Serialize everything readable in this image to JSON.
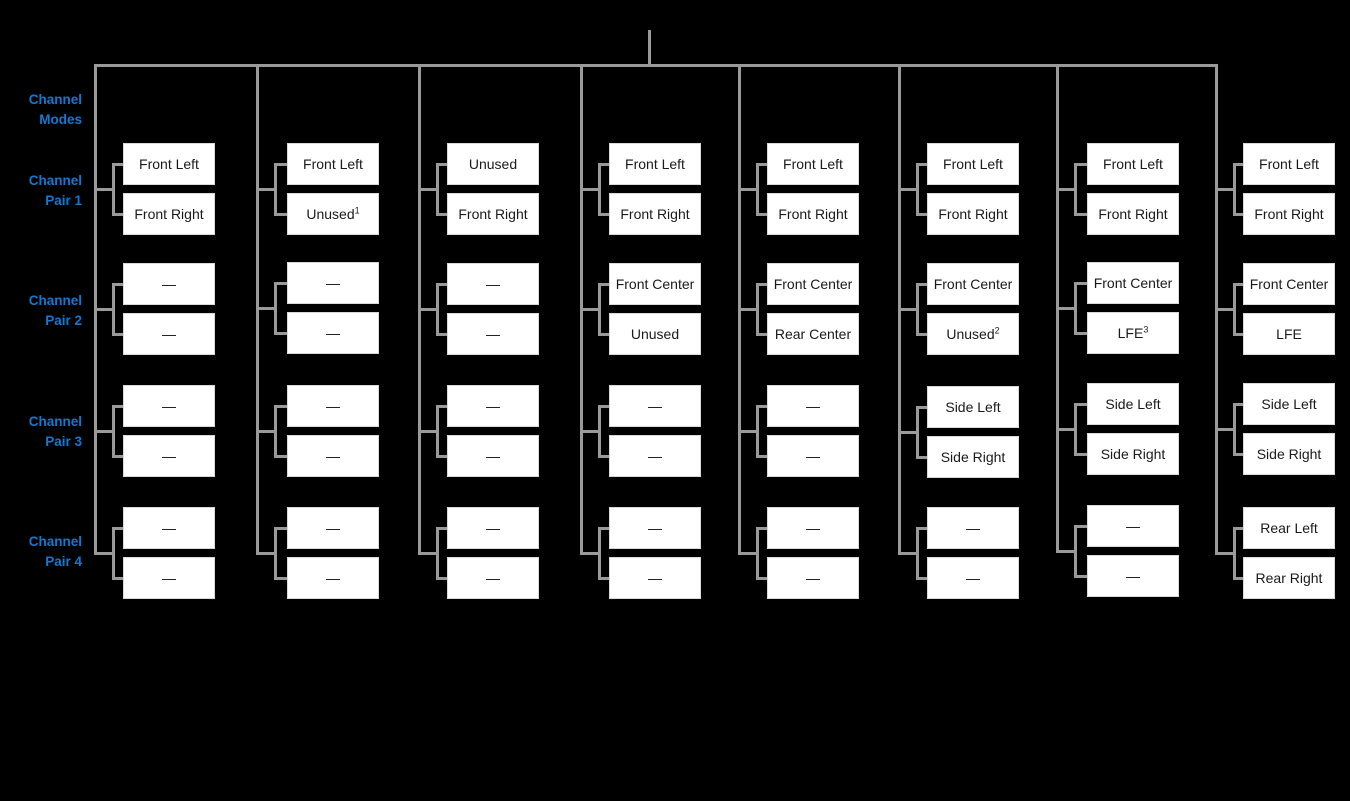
{
  "diagram": {
    "title": "Channel Modes / Channel Pair assignment matrix",
    "background_color": "#000000",
    "label_color": "#1279d3",
    "wire_color": "#9a9a9a",
    "box_fill": "#ffffff",
    "box_text_color": "#1a1a1a",
    "empty_placeholder": "—"
  },
  "row_labels": [
    {
      "id": "channel-modes",
      "line1": "Channel",
      "line2": "Modes"
    },
    {
      "id": "channel-pair-1",
      "line1": "Channel",
      "line2": "Pair 1"
    },
    {
      "id": "channel-pair-2",
      "line1": "Channel",
      "line2": "Pair 2"
    },
    {
      "id": "channel-pair-3",
      "line1": "Channel",
      "line2": "Pair 3"
    },
    {
      "id": "channel-pair-4",
      "line1": "Channel",
      "line2": "Pair 4"
    }
  ],
  "columns": [
    {
      "id": "mode-1",
      "pairs": [
        {
          "a": "Front Left",
          "b": "Front Right"
        },
        {
          "a": "—",
          "b": "—"
        },
        {
          "a": "—",
          "b": "—"
        },
        {
          "a": "—",
          "b": "—"
        }
      ]
    },
    {
      "id": "mode-2",
      "pairs": [
        {
          "a": "Front Left",
          "b": "Unused",
          "b_sup": "1"
        },
        {
          "a": "—",
          "b": "—"
        },
        {
          "a": "—",
          "b": "—"
        },
        {
          "a": "—",
          "b": "—"
        }
      ]
    },
    {
      "id": "mode-3",
      "pairs": [
        {
          "a": "Unused",
          "b": "Front Right"
        },
        {
          "a": "—",
          "b": "—"
        },
        {
          "a": "—",
          "b": "—"
        },
        {
          "a": "—",
          "b": "—"
        }
      ]
    },
    {
      "id": "mode-4",
      "pairs": [
        {
          "a": "Front Left",
          "b": "Front Right"
        },
        {
          "a": "Front Center",
          "b": "Unused"
        },
        {
          "a": "—",
          "b": "—"
        },
        {
          "a": "—",
          "b": "—"
        }
      ]
    },
    {
      "id": "mode-5",
      "pairs": [
        {
          "a": "Front Left",
          "b": "Front Right"
        },
        {
          "a": "Front Center",
          "b": "Rear Center"
        },
        {
          "a": "—",
          "b": "—"
        },
        {
          "a": "—",
          "b": "—"
        }
      ]
    },
    {
      "id": "mode-6",
      "pairs": [
        {
          "a": "Front Left",
          "b": "Front Right"
        },
        {
          "a": "Front Center",
          "b": "Unused",
          "b_sup": "2"
        },
        {
          "a": "Side Left",
          "b": "Side Right"
        },
        {
          "a": "—",
          "b": "—"
        }
      ]
    },
    {
      "id": "mode-7",
      "pairs": [
        {
          "a": "Front Left",
          "b": "Front Right"
        },
        {
          "a": "Front Center",
          "b": "LFE",
          "b_sup": "3"
        },
        {
          "a": "Side Left",
          "b": "Side Right"
        },
        {
          "a": "—",
          "b": "—"
        }
      ]
    },
    {
      "id": "mode-8",
      "pairs": [
        {
          "a": "Front Left",
          "b": "Front Right"
        },
        {
          "a": "Front Center",
          "b": "LFE"
        },
        {
          "a": "Side Left",
          "b": "Side Right"
        },
        {
          "a": "Rear Left",
          "b": "Rear Right"
        }
      ]
    }
  ]
}
